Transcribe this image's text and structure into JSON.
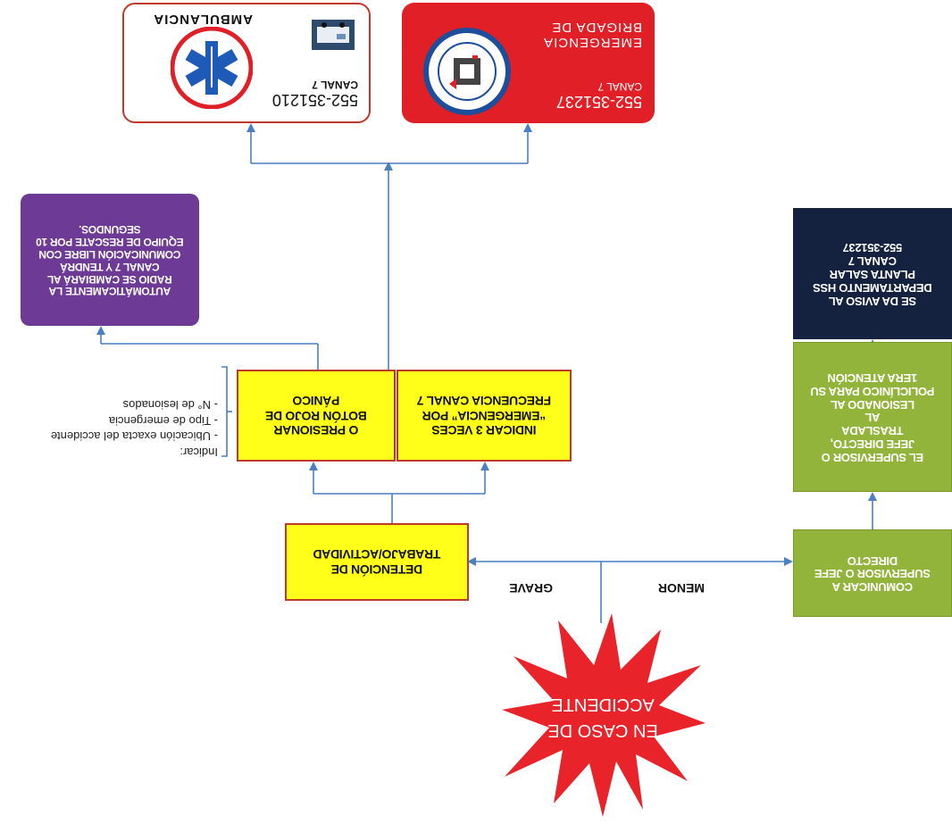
{
  "start": {
    "line1": "EN CASO DE",
    "line2": "ACCIDENTE"
  },
  "branches": {
    "grave": "GRAVE",
    "menor": "MENOR"
  },
  "grave_path": {
    "stop": {
      "line1": "DETENCIÓN DE",
      "line2": "TRABAJO/ACTIVIDAD"
    },
    "option_radio": {
      "line1": "INDICAR 3 VECES",
      "line2": "“EMERGENCIA” POR",
      "line3": "FRECUENCIA CANAL 7"
    },
    "option_button": {
      "line1": "O PRESIONAR",
      "line2": "BOTÓN ROJO DE",
      "line3": "PÁNICO"
    },
    "indicate": {
      "title": "Indicar:",
      "items": [
        "- Ubicación exacta del accidente",
        "- Tipo de emergencia",
        "- N° de lesionados"
      ]
    },
    "auto_note": {
      "lines": [
        "AUTOMÁTICAMENTE LA",
        "RADIO SE CAMBIARÁ AL",
        "CANAL 7 Y TENDRÁ",
        "COMUNICACIÓN LIBRE CON",
        "EQUIPO DE RESCATE POR 10",
        "SEGUNDOS."
      ]
    },
    "brigada": {
      "line1": "BRIGADA DE",
      "line2": "EMERGENCIA",
      "channel": "CANAL 7",
      "phone": "552-351237",
      "logo_icon": "brigada-emblem-icon"
    },
    "ambulancia": {
      "title": "AMBULANCIA",
      "channel": "CANAL 7",
      "phone": "552-351210",
      "logo_icon": "star-of-life-icon",
      "photo_icon": "ambulance-photo-icon"
    }
  },
  "menor_path": {
    "communicate": {
      "line1": "COMUNICAR A",
      "line2": "SUPERVISOR O JEFE",
      "line3": "DIRECTO"
    },
    "transfer": {
      "lines": [
        "EL SUPERVISOR O",
        "JEFE DIRECTO,",
        "TRASLADA",
        "AL",
        "LESIONADO AL",
        "POLICLÍNICO PARA SU",
        "1ERA ATENCIÓN"
      ]
    },
    "notify": {
      "lines": [
        "SE DA AVISO AL",
        "DEPARTAMENTO HSS",
        "PLANTA SALAR",
        "CANAL 7",
        "552-351237"
      ]
    }
  },
  "colors": {
    "star": "#e8232a",
    "yellow": "#ffff19",
    "red_border": "#c0392b",
    "green": "#93b43a",
    "navy": "#14213f",
    "purple": "#6d3a96",
    "arrow": "#4a7fc1"
  }
}
